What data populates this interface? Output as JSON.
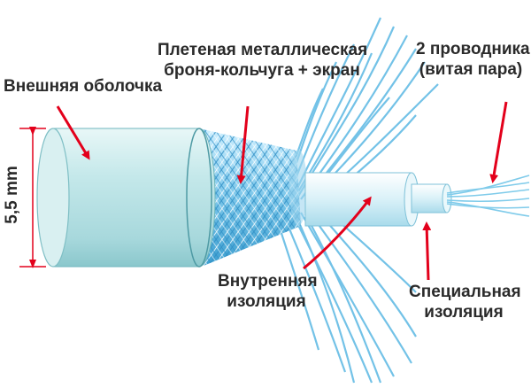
{
  "labels": {
    "outer_sheath": "Внешняя оболочка",
    "braid_line1": "Плетеная металлическая",
    "braid_line2": "броня-кольчуга + экран",
    "conductors_line1": "2 проводника",
    "conductors_line2": "(витая пара)",
    "inner_insulation_line1": "Внутренняя",
    "inner_insulation_line2": "изоляция",
    "special_insulation_line1": "Специальная",
    "special_insulation_line2": "изоляция",
    "diameter": "5,5 mm"
  },
  "colors": {
    "arrow": "#e3001b",
    "dimension": "#e3001b",
    "sheath_fill": "#bfe6e8",
    "braid": "#3aa7d8",
    "text": "#2a2a2a"
  }
}
